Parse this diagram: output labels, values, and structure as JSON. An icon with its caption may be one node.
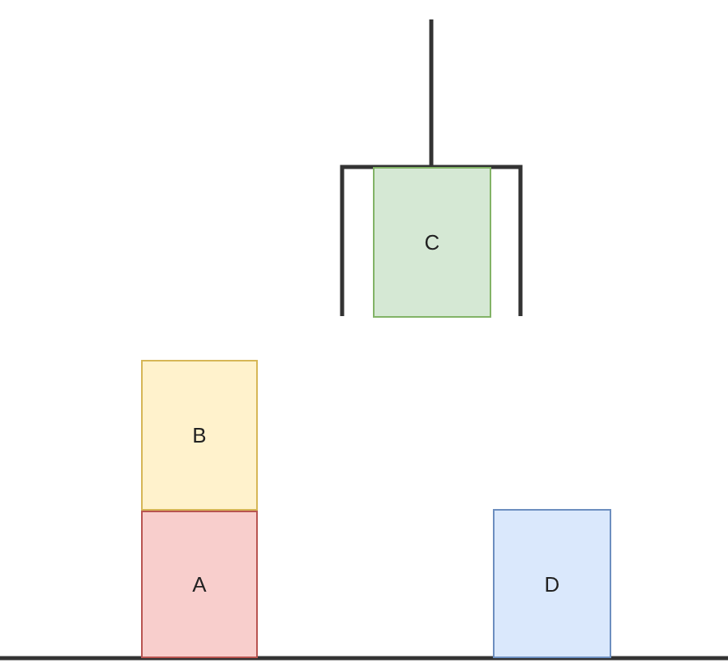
{
  "diagram": {
    "nodes": [
      {
        "text": [
          "C"
        ]
      },
      {
        "text": [
          "B"
        ]
      },
      {
        "text": [
          "A"
        ]
      },
      {
        "text": [
          "D"
        ]
      }
    ]
  }
}
